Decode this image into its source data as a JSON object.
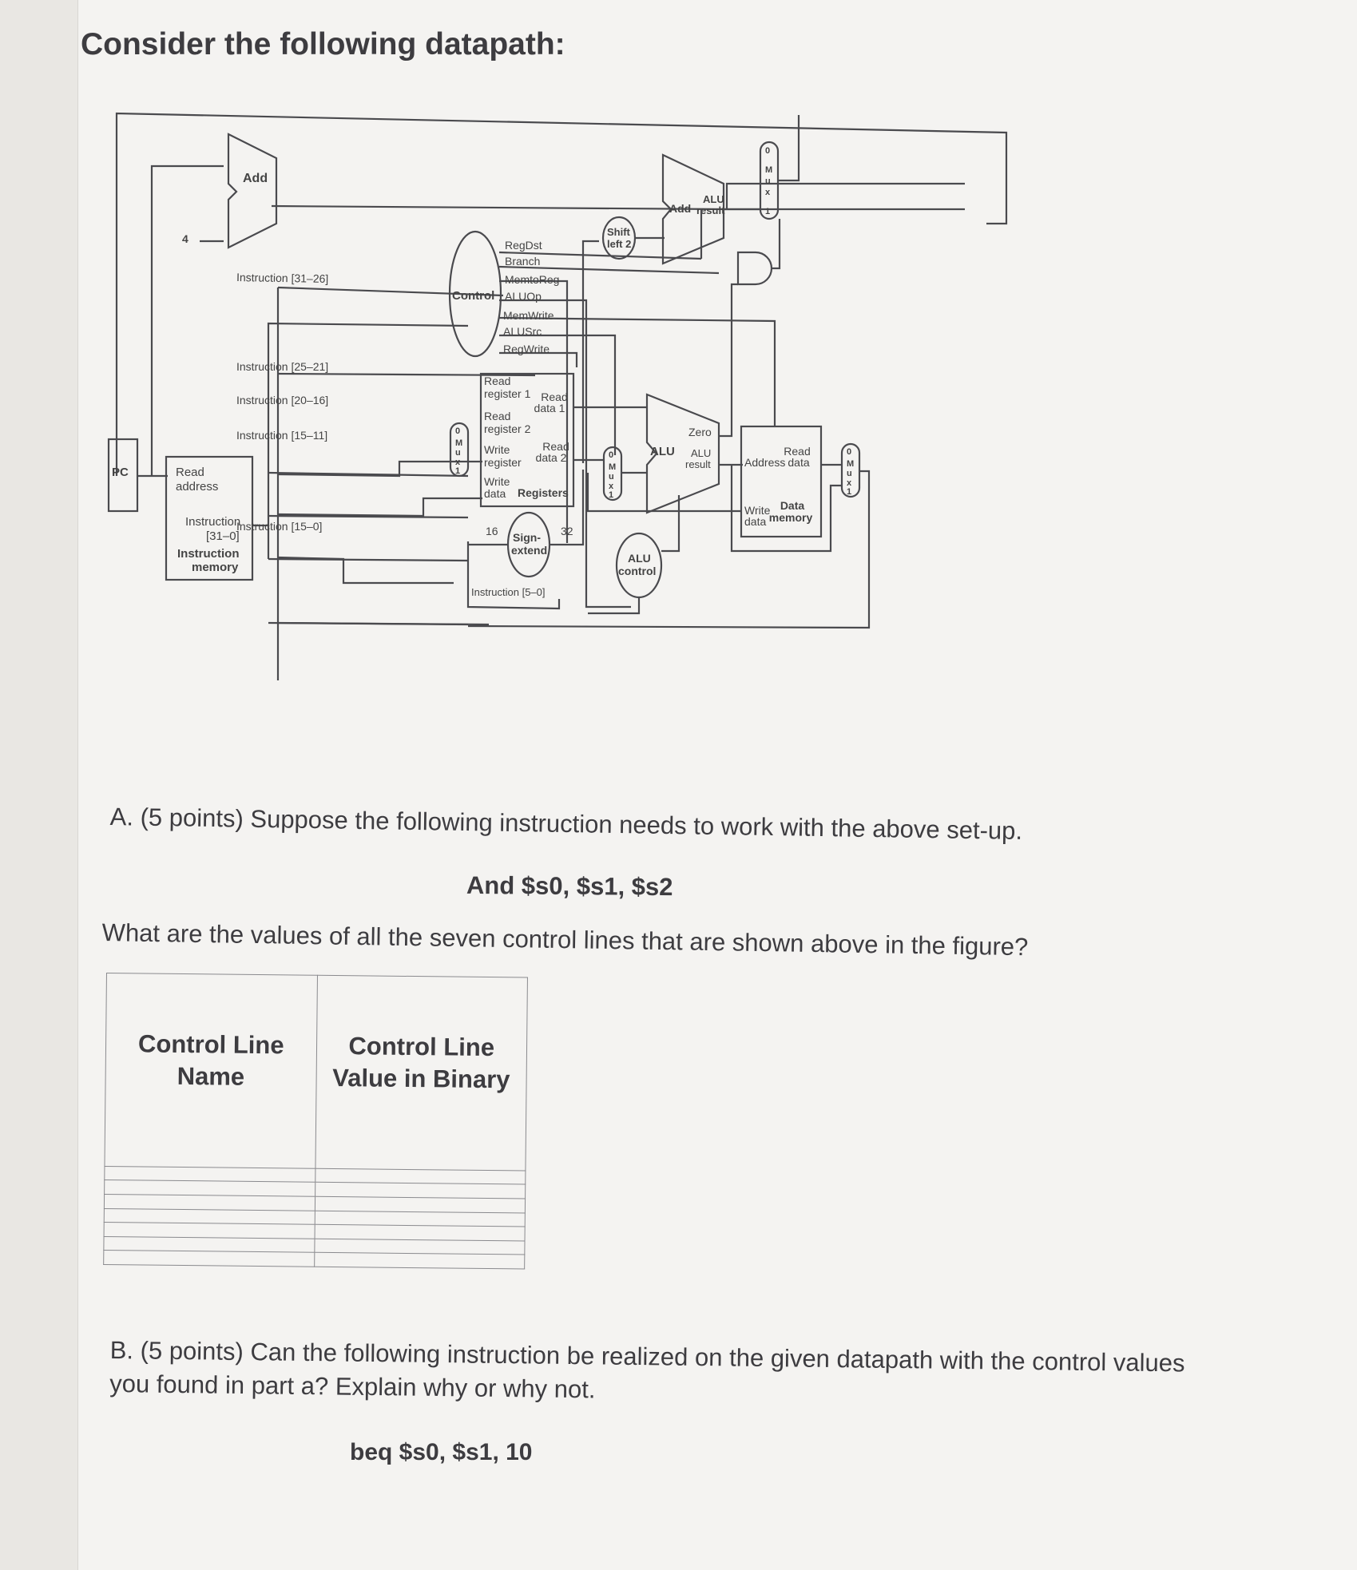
{
  "heading": "Consider the following datapath:",
  "figure": {
    "pc": "PC",
    "add_top": "Add",
    "four": "4",
    "imem": {
      "read_address": [
        "Read",
        "address"
      ],
      "instruction": [
        "Instruction",
        "[31–0]"
      ],
      "name": [
        "Instruction",
        "memory"
      ]
    },
    "instr_fields": [
      "Instruction [31–26]",
      "Instruction [25–21]",
      "Instruction [20–16]",
      "Instruction [15–11]",
      "Instruction [15–0]",
      "Instruction [5–0]"
    ],
    "control": "Control",
    "control_lines": [
      "RegDst",
      "Branch",
      "MemtoReg",
      "ALUOp",
      "MemWrite",
      "ALUSrc",
      "RegWrite"
    ],
    "registers": {
      "read_reg1": [
        "Read",
        "register 1"
      ],
      "read_data1": [
        "Read",
        "data 1"
      ],
      "read_reg2": [
        "Read",
        "register 2"
      ],
      "write_reg": [
        "Write",
        "register"
      ],
      "read_data2": [
        "Read",
        "data 2"
      ],
      "write_data": [
        "Write",
        "data"
      ],
      "name": "Registers"
    },
    "sign_extend": [
      "Sign-",
      "extend"
    ],
    "bits_16": "16",
    "bits_32": "32",
    "shift_left": [
      "Shift",
      "left 2"
    ],
    "add_branch": "Add",
    "alu_result_top": [
      "ALU",
      "result"
    ],
    "alu": "ALU",
    "zero": "Zero",
    "alu_result": [
      "ALU",
      "result"
    ],
    "alu_control": [
      "ALU",
      "control"
    ],
    "dmem": {
      "address": "Address",
      "read_data": [
        "Read",
        "data"
      ],
      "write_data": [
        "Write",
        "data"
      ],
      "name": [
        "Data",
        "memory"
      ]
    },
    "mux": [
      "0",
      "M",
      "u",
      "x",
      "1"
    ]
  },
  "question_a": "A. (5 points) Suppose the following instruction needs to work with the above set-up.",
  "registers_line": "And $s0, $s1, $s2",
  "question_a2": "What are the values of all the seven control lines that are shown above in the figure?",
  "table": {
    "headers": [
      "Control Line Name",
      "Control Line Value in Binary"
    ],
    "rows": 7
  },
  "question_b": "B. (5 points) Can the following instruction be realized on the given datapath with the control values you found in part a? Explain why or why not.",
  "beq_line": "beq $s0, $s1, 10"
}
